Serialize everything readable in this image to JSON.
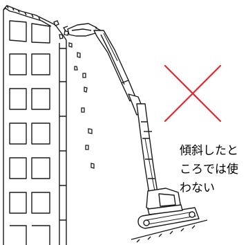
{
  "caption": {
    "lines": [
      "傾斜したと",
      "ころでは使",
      "わない"
    ]
  },
  "mark": {
    "icon": "prohibited-x-icon",
    "color": "#e8262b"
  },
  "illustration": {
    "subject": "demolition-excavator-icon",
    "building": "building-facade-icon",
    "debris": "falling-debris-icon",
    "line_color": "#1a1a1a"
  }
}
